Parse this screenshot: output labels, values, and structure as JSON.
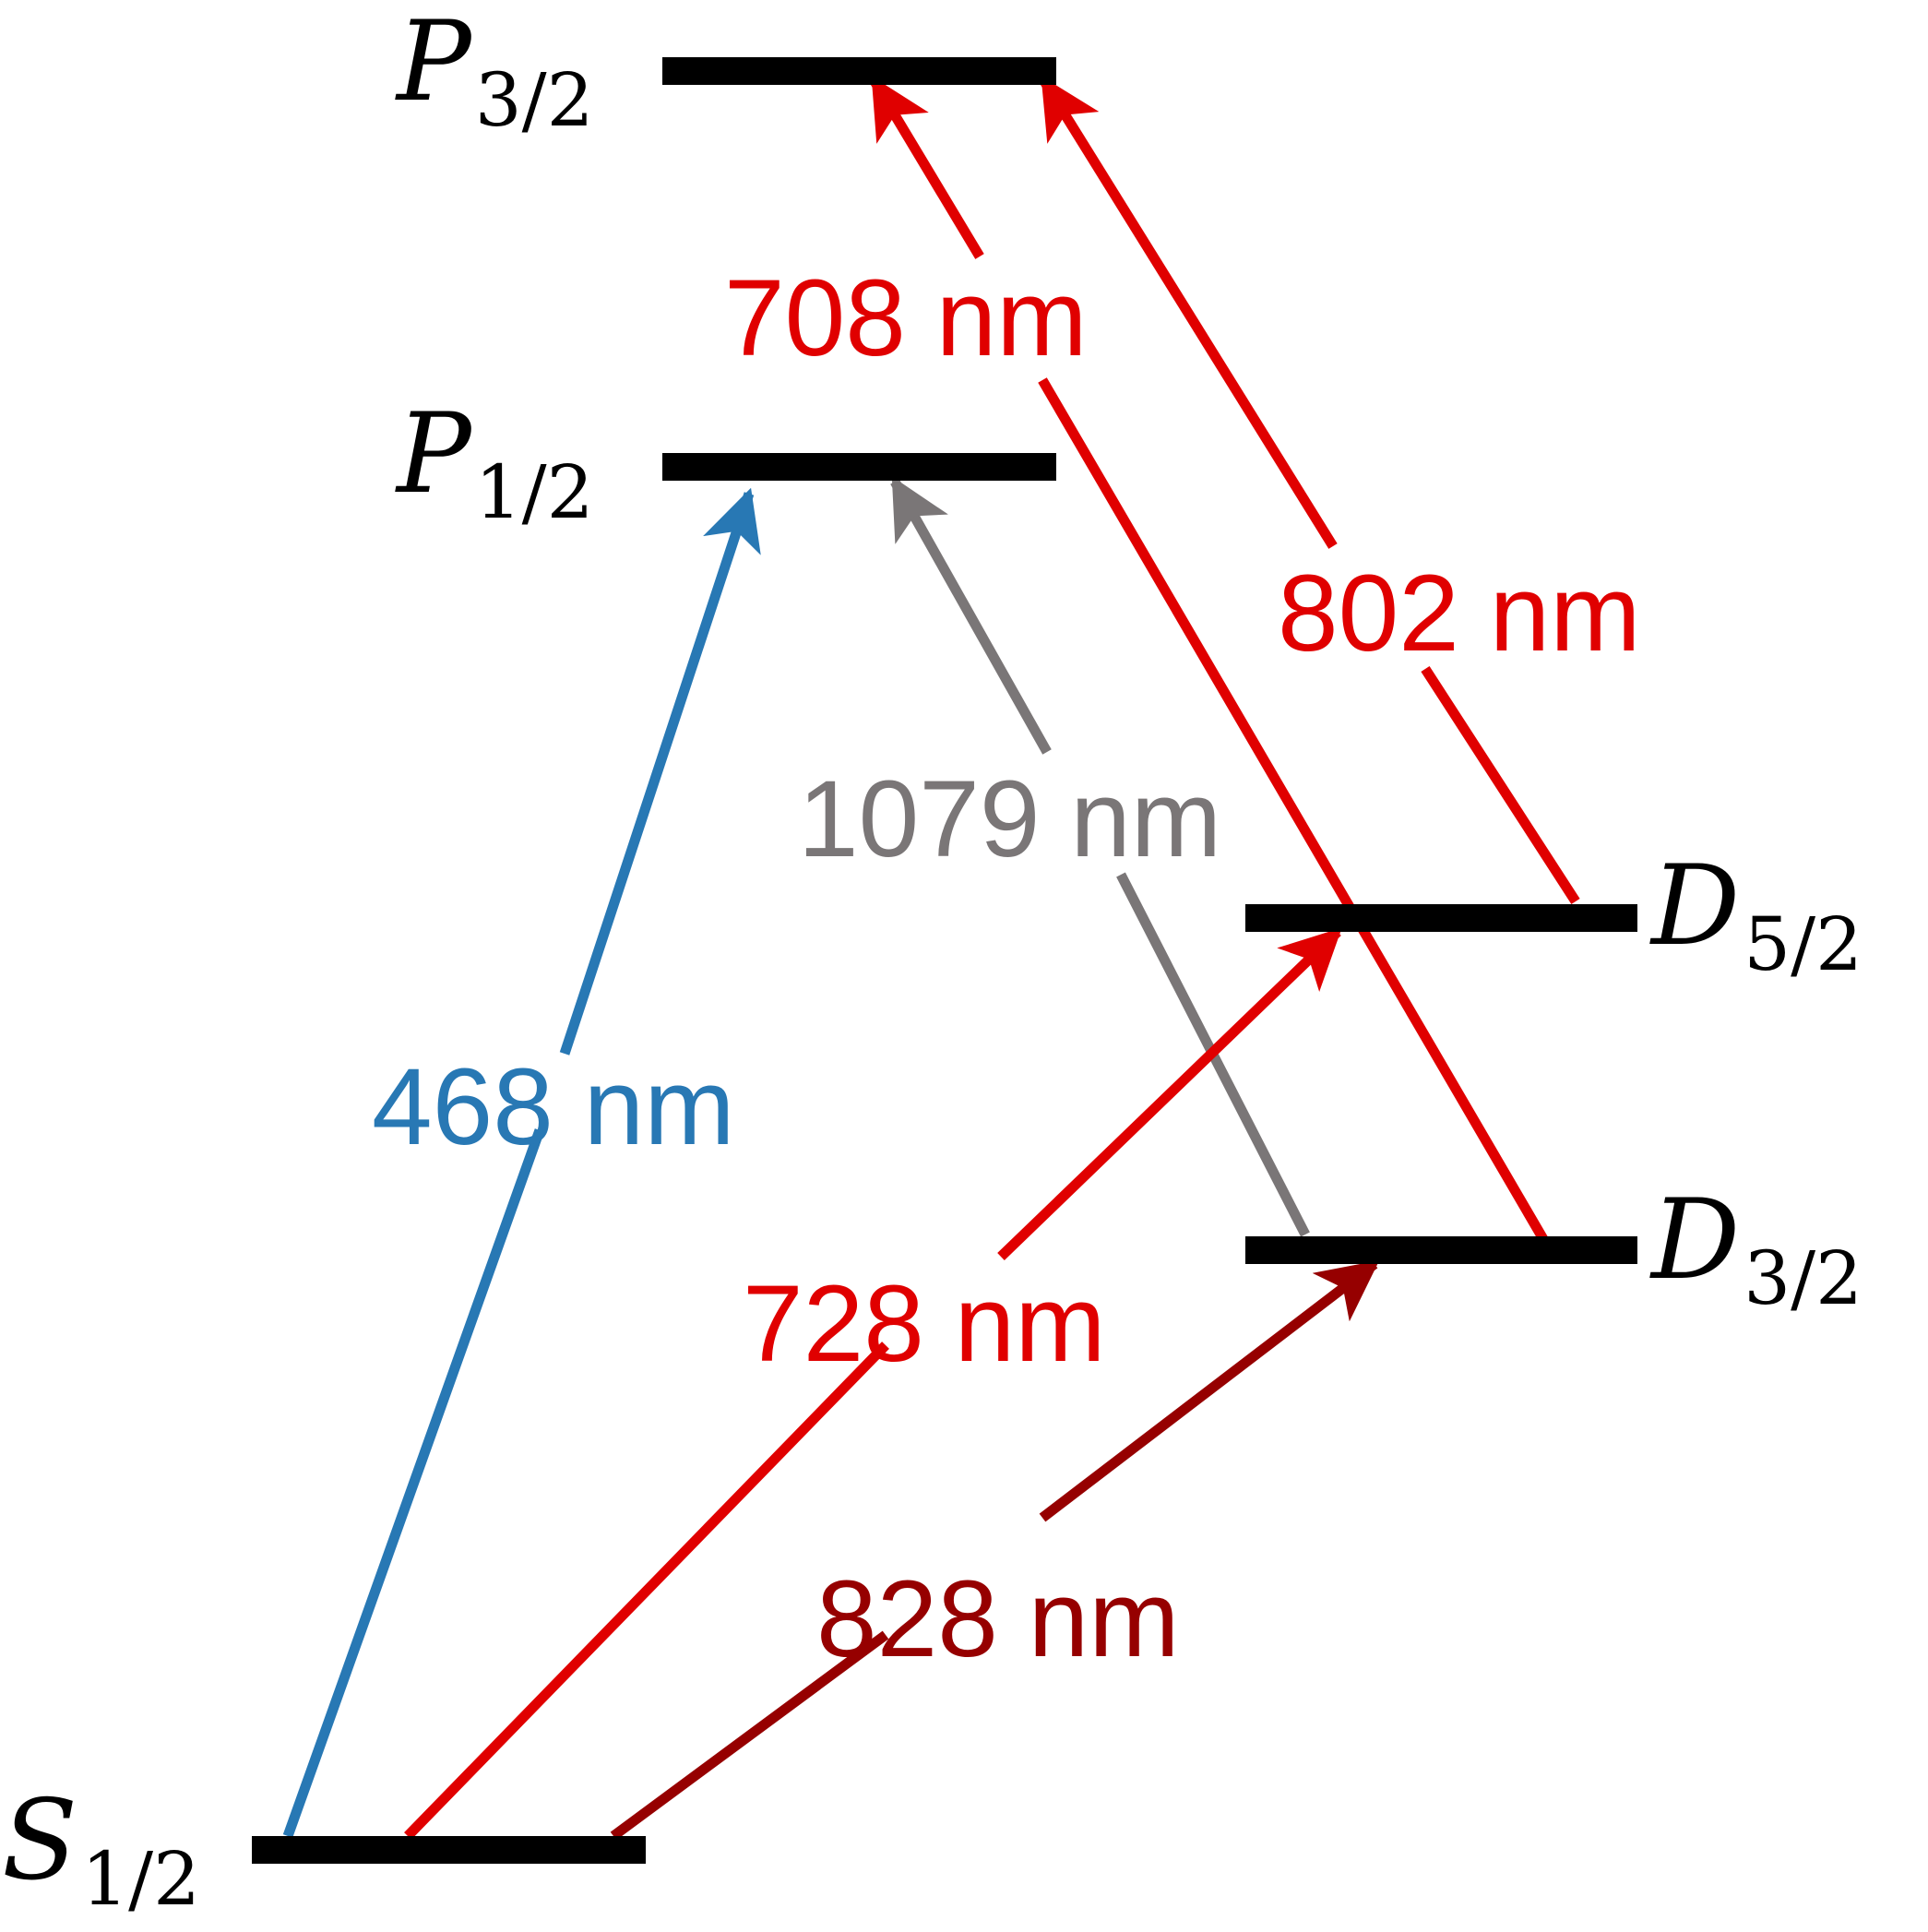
{
  "levels": {
    "P32": {
      "name": "P",
      "sub": "3/2"
    },
    "P12": {
      "name": "P",
      "sub": "1/2"
    },
    "D52": {
      "name": "D",
      "sub": "5/2"
    },
    "D32": {
      "name": "D",
      "sub": "3/2"
    },
    "S12": {
      "name": "S",
      "sub": "1/2"
    }
  },
  "transitions": {
    "t468": {
      "label": "468 nm",
      "color": "#2878b4"
    },
    "t1079": {
      "label": "1079 nm",
      "color": "#7a7677"
    },
    "t708": {
      "label": "708 nm",
      "color": "#e00000"
    },
    "t802": {
      "label": "802 nm",
      "color": "#e00000"
    },
    "t728": {
      "label": "728 nm",
      "color": "#e00000"
    },
    "t828": {
      "label": "828 nm",
      "color": "#960000"
    }
  }
}
